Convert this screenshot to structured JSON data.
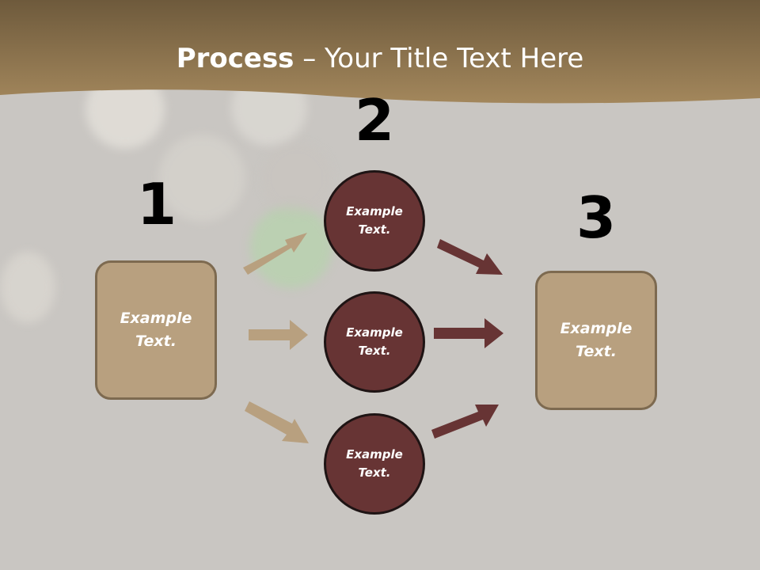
{
  "title": {
    "bold": "Process",
    "rest": " – Your Title Text Here"
  },
  "steps": [
    {
      "number": "1",
      "label": "Example\nText."
    },
    {
      "number": "2",
      "labels": [
        "Example\nText.",
        "Example\nText.",
        "Example\nText."
      ]
    },
    {
      "number": "3",
      "label": "Example\nText."
    }
  ],
  "colors": {
    "header": "#8d7350",
    "box_fill": "#b8a07f",
    "circle_fill": "#673434",
    "arrow_tan": "#b8a07f",
    "arrow_maroon": "#673434"
  }
}
